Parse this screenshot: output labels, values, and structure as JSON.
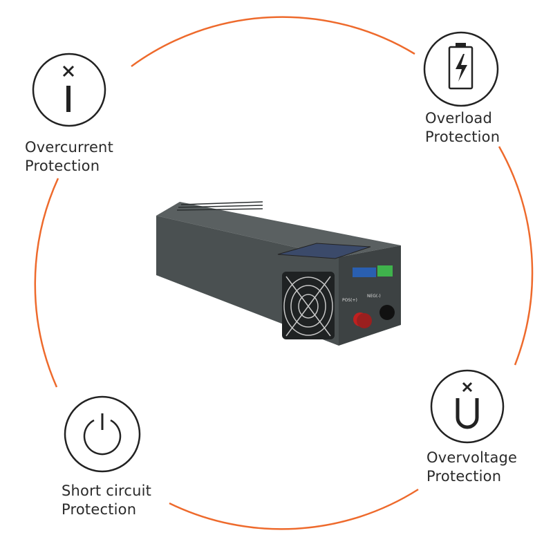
{
  "accent_color": "#ee6a2c",
  "features": [
    {
      "icon": "overcurrent-icon",
      "line1": "Overcurrent",
      "line2": "Protection"
    },
    {
      "icon": "battery-bolt-icon",
      "line1": "Overload",
      "line2": "Protection"
    },
    {
      "icon": "power-icon",
      "line1": "Short circuit",
      "line2": "Protection"
    },
    {
      "icon": "magnet-icon",
      "line1": "Overvoltage",
      "line2": "Protection"
    }
  ],
  "product": {
    "pos_label": "POS(+)",
    "neg_label": "NEG(-)"
  }
}
